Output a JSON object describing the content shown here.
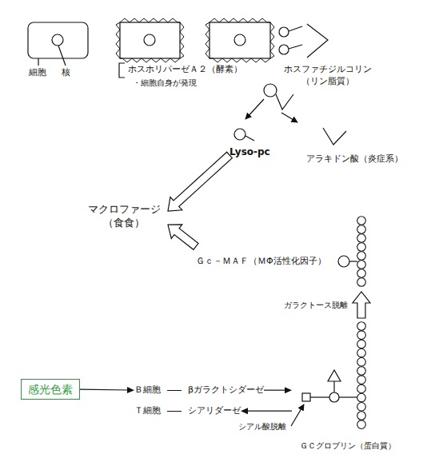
{
  "diagram": {
    "nodes": [
      {
        "text": [
          "Lyso-pc"
        ]
      },
      {
        "text": [
          "アラキドン酸（炎症系）"
        ]
      },
      {
        "text": [
          "マクロファージ （食食）"
        ]
      },
      {
        "text": [
          "Ｇｃ－ＭＡＦ（ＭΦ活性化因子）"
        ]
      },
      {
        "text": [
          "感光色素"
        ]
      },
      {
        "text": [
          "Ｂ細胞",
          "βガラクトシダーゼ"
        ]
      },
      {
        "text": [
          "Ｔ細胞",
          "シアリダーゼ"
        ]
      },
      {
        "text": [
          "ＧＣグロブリン（蛋白質）"
        ]
      }
    ],
    "edges": [
      {
        "from": 0,
        "to": 2,
        "arrow": "to"
      },
      {
        "from": 3,
        "to": 2,
        "arrow": "to"
      },
      {
        "from": 4,
        "to": 5,
        "arrow": "to"
      },
      {
        "from": 5,
        "to": 7,
        "arrow": "to"
      },
      {
        "from": 7,
        "to": 6,
        "arrow": "to"
      },
      {
        "from": 7,
        "to": 3,
        "label": "ガラクトース脱離",
        "arrow": "to"
      }
    ],
    "labels": [
      "細胞",
      "核",
      "ホスホリパーゼＡ２（酵素）",
      "・細胞自身が発現",
      "ホスファチジルコリン （リン脂質）",
      "シアル酸脱離"
    ]
  }
}
